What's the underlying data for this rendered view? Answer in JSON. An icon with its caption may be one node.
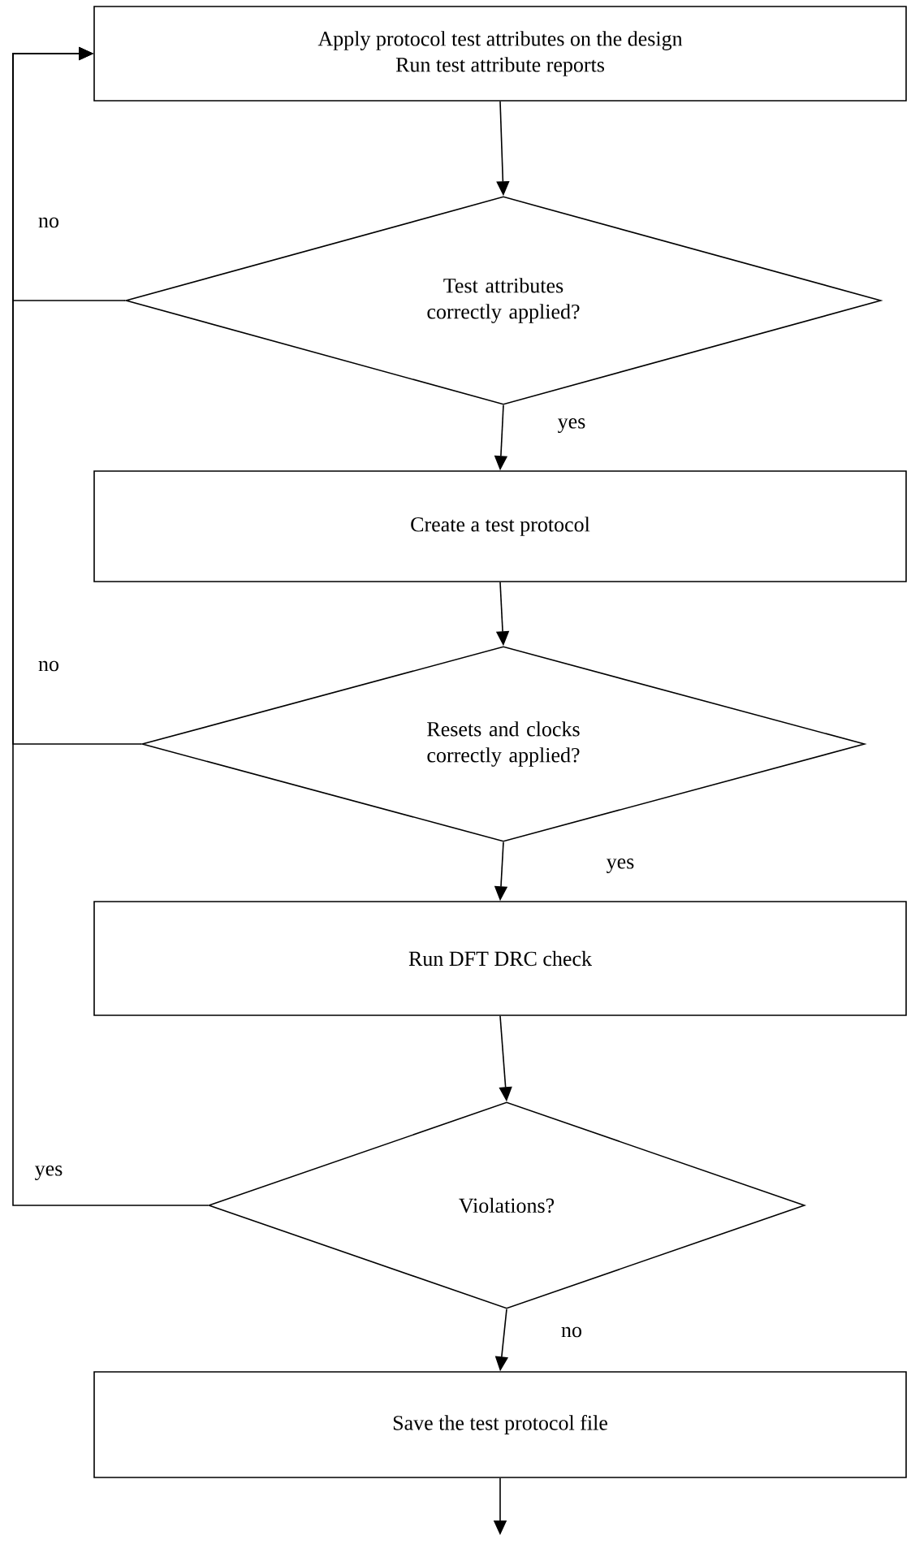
{
  "diagram": {
    "nodes": [
      {
        "text": [
          "Apply protocol test attributes on the design",
          "Run test attribute reports"
        ]
      },
      {
        "text": [
          "Test attributes correctly applied?"
        ]
      },
      {
        "text": [
          "Create a test protocol"
        ]
      },
      {
        "text": [
          "Resets and clocks correctly applied?"
        ]
      },
      {
        "text": [
          "Run DFT DRC check"
        ]
      },
      {
        "text": [
          "Violations?"
        ]
      },
      {
        "text": [
          "Save the test protocol file"
        ]
      }
    ],
    "edges": [
      {
        "from": 0,
        "to": 1,
        "arrow": "to"
      },
      {
        "from": 1,
        "to": 2,
        "arrow": "to",
        "label": "yes"
      },
      {
        "from": 1,
        "to": 0,
        "arrow": "to",
        "label": "no"
      },
      {
        "from": 2,
        "to": 3,
        "arrow": "to"
      },
      {
        "from": 3,
        "to": 4,
        "arrow": "to",
        "label": "yes"
      },
      {
        "from": 3,
        "to": 0,
        "arrow": "to",
        "label": "no"
      },
      {
        "from": 4,
        "to": 5,
        "arrow": "to"
      },
      {
        "from": 5,
        "to": 6,
        "arrow": "to",
        "label": "no"
      },
      {
        "from": 5,
        "to": 0,
        "arrow": "to",
        "label": "yes"
      },
      {
        "from": 6,
        "to": null,
        "arrow": "to"
      }
    ]
  }
}
